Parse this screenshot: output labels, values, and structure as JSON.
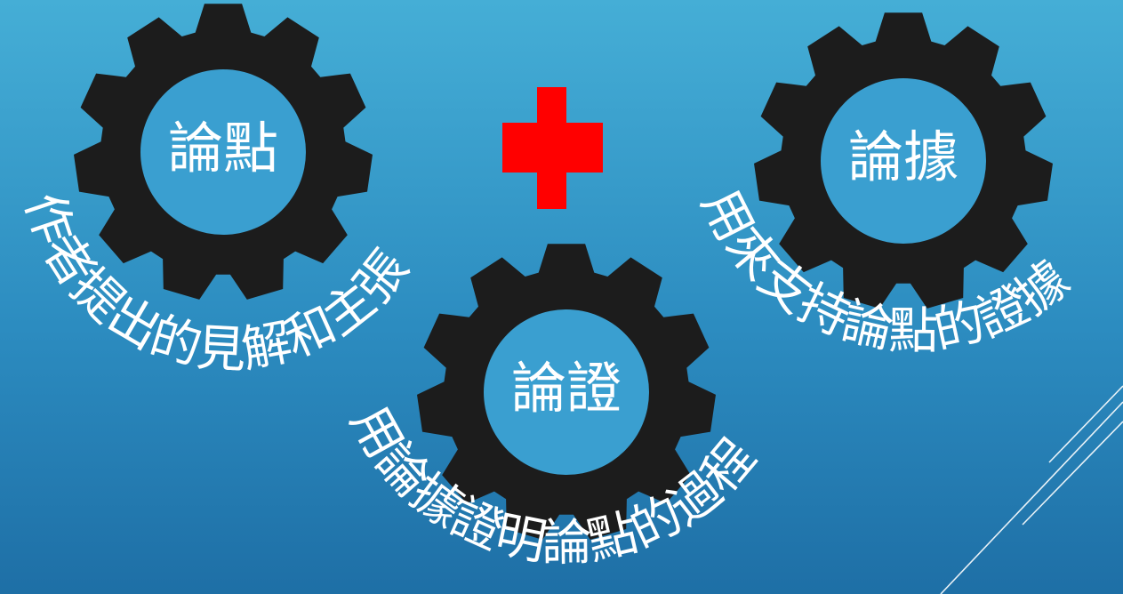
{
  "gears": [
    {
      "title": "論點",
      "description": "作者提出的見解和主張"
    },
    {
      "title": "論證",
      "description": "用論據證明論點的過程"
    },
    {
      "title": "論據",
      "description": "用來支持論點的證據"
    }
  ],
  "plus_symbol": {
    "color": "#ff0000"
  },
  "colors": {
    "gear": "#1c1c1c",
    "gear_center": "#3a9fd0",
    "text": "#ffffff",
    "background_top": "#45aed6",
    "background_bottom": "#1e6fa6"
  }
}
